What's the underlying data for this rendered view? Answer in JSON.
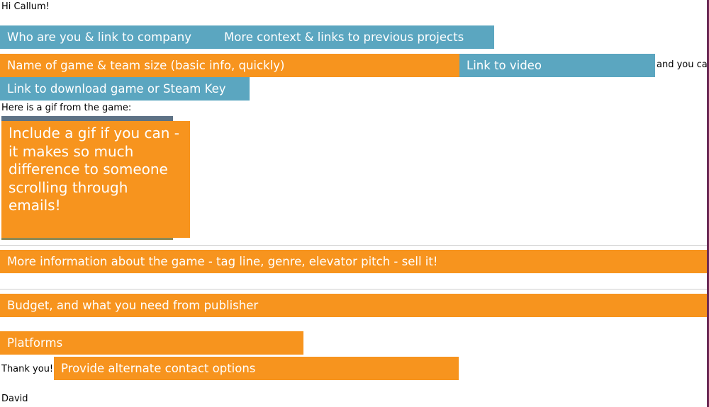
{
  "email": {
    "greeting": "Hi Callum!",
    "line_fragment": "and you ca",
    "gif_intro": "Here is a gif from the game:",
    "closing": "Thank you!",
    "signature": "David"
  },
  "annotations": {
    "who_company": "Who are you & link to company",
    "context_links": "More context & links to previous projects",
    "game_team": "Name of game & team size (basic info, quickly)",
    "video": "Link to video",
    "download": "Link to download game or Steam Key",
    "gif_tip": "Include a gif if you can - it makes so much difference to someone scrolling through emails!",
    "more_info": "More information about the game - tag line, genre, elevator pitch - sell it!",
    "budget": "Budget, and what you need from publisher",
    "platforms": "Platforms",
    "contact": "Provide alternate contact options"
  },
  "colors": {
    "blue": "#5ba6c0",
    "orange": "#f7941e",
    "border": "#6b2a55"
  }
}
